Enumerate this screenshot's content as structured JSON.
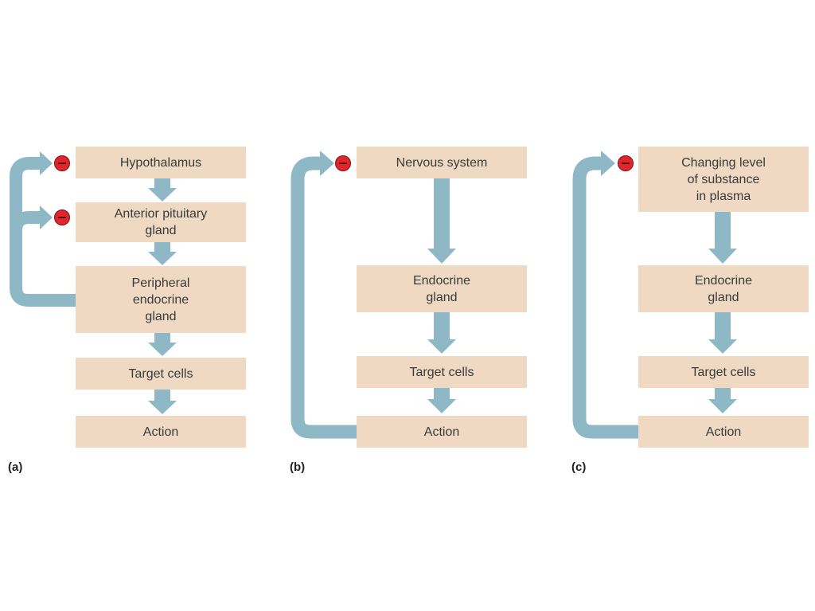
{
  "colors": {
    "box": "#efd9c3",
    "arrow": "#8fb8c6",
    "inhibit": "#e0262b",
    "text": "#3a3a3a"
  },
  "panels": [
    {
      "label": "(a)",
      "boxes": [
        "Hypothalamus",
        "Anterior pituitary\ngland",
        "Peripheral\nendocrine\ngland",
        "Target cells",
        "Action"
      ],
      "inhibition_markers": 2,
      "feedback_from": "Peripheral endocrine gland",
      "feedback_to": [
        "Hypothalamus",
        "Anterior pituitary gland"
      ]
    },
    {
      "label": "(b)",
      "boxes": [
        "Nervous system",
        "Endocrine\ngland",
        "Target cells",
        "Action"
      ],
      "inhibition_markers": 1,
      "feedback_from": "Action",
      "feedback_to": [
        "Nervous system"
      ]
    },
    {
      "label": "(c)",
      "boxes": [
        "Changing level\nof substance\nin plasma",
        "Endocrine\ngland",
        "Target cells",
        "Action"
      ],
      "inhibition_markers": 1,
      "feedback_from": "Action",
      "feedback_to": [
        "Changing level of substance in plasma"
      ]
    }
  ]
}
